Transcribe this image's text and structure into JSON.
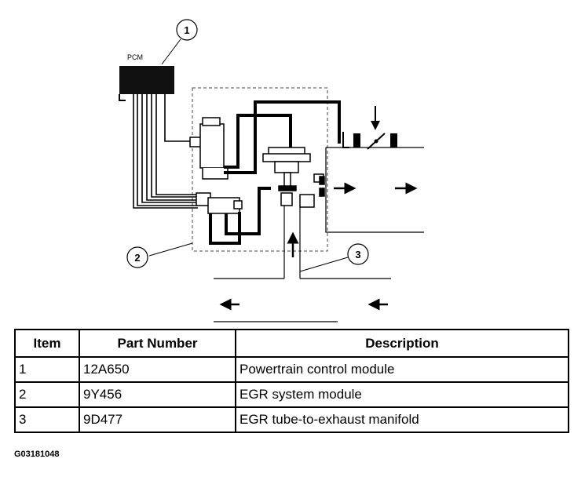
{
  "diagram": {
    "pcm_label": "PCM",
    "callouts": [
      "1",
      "2",
      "3"
    ]
  },
  "table": {
    "headers": [
      "Item",
      "Part Number",
      "Description"
    ],
    "rows": [
      [
        "1",
        "12A650",
        "Powertrain control module"
      ],
      [
        "2",
        "9Y456",
        "EGR system module"
      ],
      [
        "3",
        "9D477",
        "EGR tube-to-exhaust manifold"
      ]
    ]
  },
  "figure_code": "G03181048"
}
